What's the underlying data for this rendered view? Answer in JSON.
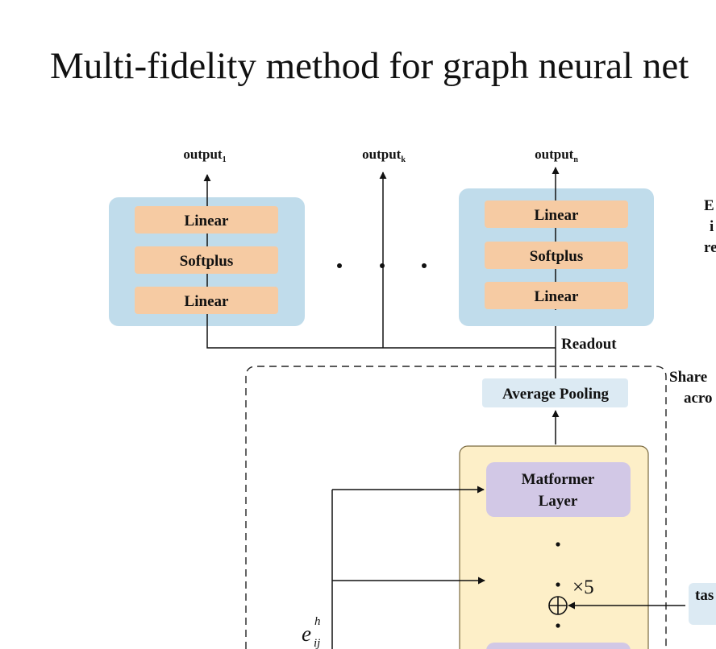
{
  "title": "Multi-fidelity method for graph neural net",
  "colors": {
    "head_bg": "#c0dceb",
    "layer_orange": "#f6cba3",
    "pool_bg": "#dceaf3",
    "core_bg": "#fdefc8",
    "core_border": "#7a6a40",
    "purple": "#d2c8e6",
    "line": "#111111"
  },
  "outputs": {
    "o1_base": "output",
    "o1_sub": "1",
    "ok_base": "output",
    "ok_sub": "k",
    "on_base": "output",
    "on_sub": "n"
  },
  "head_left": {
    "layers": [
      "Linear",
      "Softplus",
      "Linear"
    ]
  },
  "head_right": {
    "layers": [
      "Linear",
      "Softplus",
      "Linear"
    ]
  },
  "readout": "Readout",
  "pooling": "Average Pooling",
  "matformer": {
    "line1": "Matformer",
    "line2": "Layer"
  },
  "repeat": "×5",
  "plus_symbol": "⊕",
  "edge": {
    "base": "e",
    "sup": "h",
    "sub": "ij"
  },
  "right_cut": {
    "e_line1": "E",
    "e_line2": "i",
    "e_line3": "re",
    "shared_line1": "Share",
    "shared_line2": "acro",
    "task": "tas"
  }
}
